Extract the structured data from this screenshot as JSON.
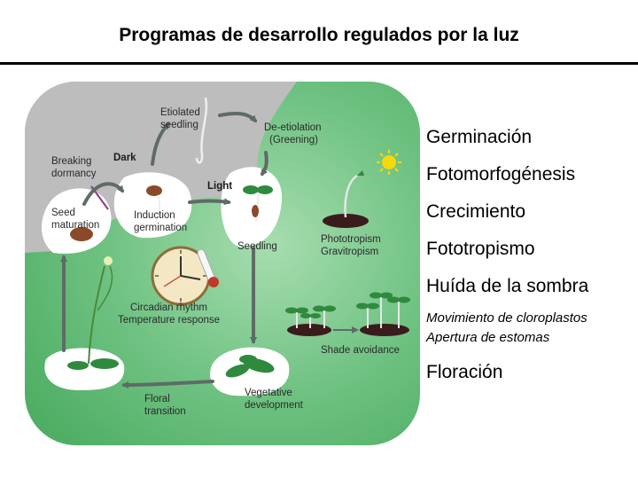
{
  "title": "Programas de desarrollo regulados por la luz",
  "diagram": {
    "labels": {
      "etiolated": [
        "Etiolated",
        "seedling"
      ],
      "deetiolation": [
        "De-etiolation",
        "(Greening)"
      ],
      "dark": "Dark",
      "light": "Light",
      "breaking": [
        "Breaking",
        "dormancy"
      ],
      "seed": [
        "Seed",
        "maturation"
      ],
      "induction": [
        "Induction",
        "germination"
      ],
      "seedling": "Seedling",
      "phototropism": [
        "Phototropism",
        "Gravitropism"
      ],
      "circadian": [
        "Circadian rhythm",
        "Temperature response"
      ],
      "shade": "Shade avoidance",
      "floral": [
        "Floral",
        "transition"
      ],
      "vegetative": [
        "Vegetative",
        "development"
      ]
    }
  },
  "processes": [
    {
      "text": "Germinación",
      "style": "normal"
    },
    {
      "text": "Fotomorfogénesis",
      "style": "normal"
    },
    {
      "text": "Crecimiento",
      "style": "normal"
    },
    {
      "text": "Fototropismo",
      "style": "normal"
    },
    {
      "text": "Huída de la sombra",
      "style": "normal"
    },
    {
      "text": "Movimiento de cloroplastos",
      "style": "italic"
    },
    {
      "text": "Apertura de estomas",
      "style": "italic"
    },
    {
      "text": "Floración",
      "style": "normal"
    }
  ],
  "colors": {
    "dark_region": "#bdbdbd",
    "light_green": "#79c98a",
    "mid_green": "#5bb46e",
    "arrow": "#5f6b66",
    "leaf": "#2f8a3d",
    "soil": "#3a1c1c"
  }
}
